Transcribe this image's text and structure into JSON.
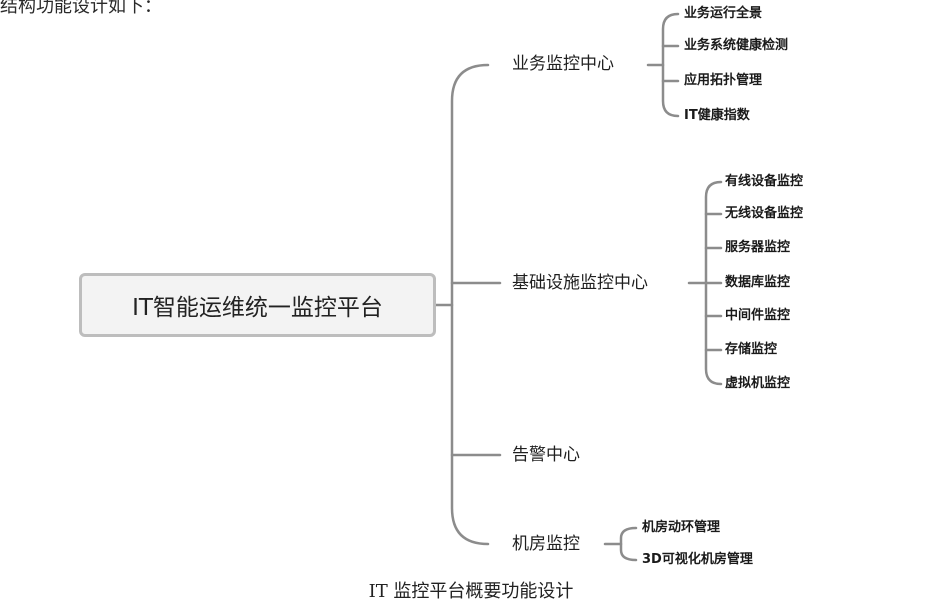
{
  "fragment_text": "结构功能设计如下：",
  "caption": "IT 监控平台概要功能设计",
  "diagram": {
    "root": "IT智能运维统一监控平台",
    "branches": [
      {
        "label": "业务监控中心",
        "children": [
          "业务运行全景",
          "业务系统健康检测",
          "应用拓扑管理",
          "IT健康指数"
        ]
      },
      {
        "label": "基础设施监控中心",
        "children": [
          "有线设备监控",
          "无线设备监控",
          "服务器监控",
          "数据库监控",
          "中间件监控",
          "存储监控",
          "虚拟机监控"
        ]
      },
      {
        "label": "告警中心",
        "children": []
      },
      {
        "label": "机房监控",
        "children": [
          "机房动环管理",
          "3D可视化机房管理"
        ]
      }
    ]
  },
  "colors": {
    "connector": "#8c8c8c",
    "root_border": "#bdbdbd",
    "root_fill": "#f3f3f3"
  }
}
